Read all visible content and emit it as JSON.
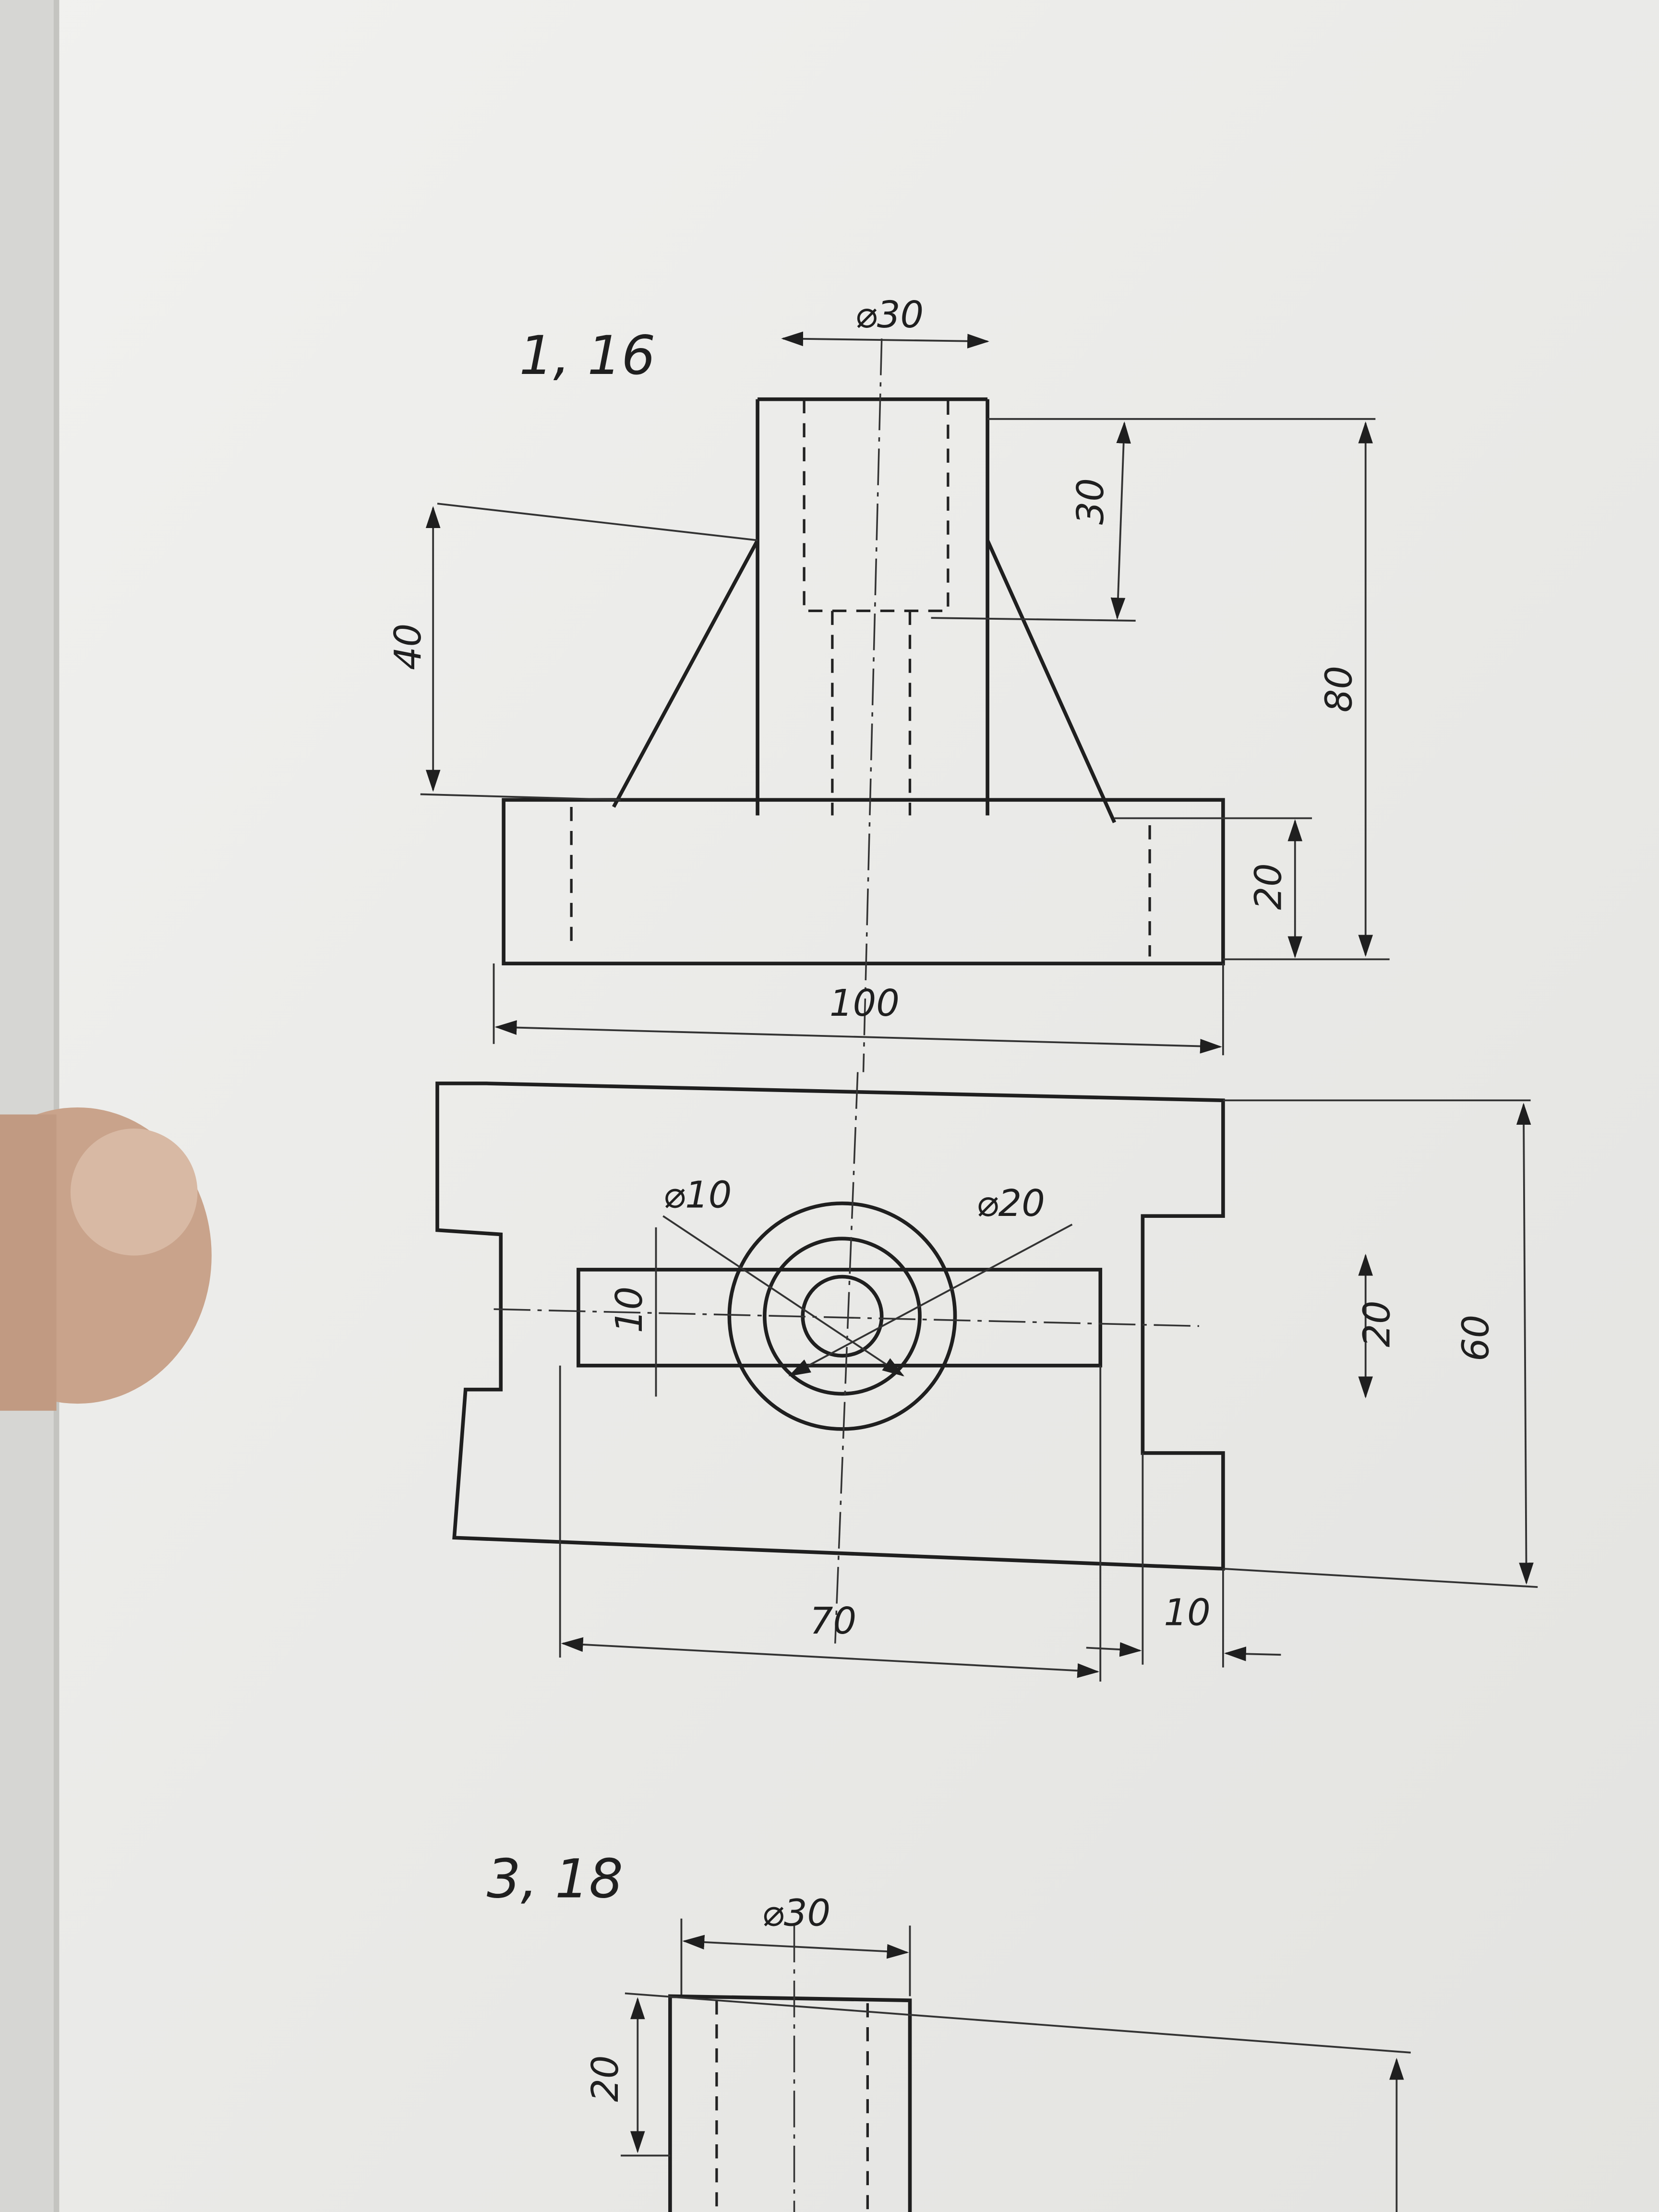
{
  "drawings": [
    {
      "number": "1, 16",
      "front_view": {
        "dims": {
          "top_diameter": "⌀30",
          "counterbore_depth": "30",
          "rib_height": "40",
          "total_height": "80",
          "base_height": "20",
          "base_length": "100"
        }
      },
      "top_view": {
        "dims": {
          "hole_diameter": "⌀10",
          "boss_diameter": "⌀20",
          "slot_width": "10",
          "notch_width": "20",
          "width": "60",
          "slot_length": "70",
          "edge_offset": "10"
        }
      }
    },
    {
      "number": "3, 18",
      "front_view": {
        "dims": {
          "top_diameter": "⌀30",
          "top_height": "20"
        }
      }
    }
  ],
  "colors": {
    "paper": "#ecece9",
    "ink": "#1f1f1f",
    "skin": "#c9a38b"
  }
}
